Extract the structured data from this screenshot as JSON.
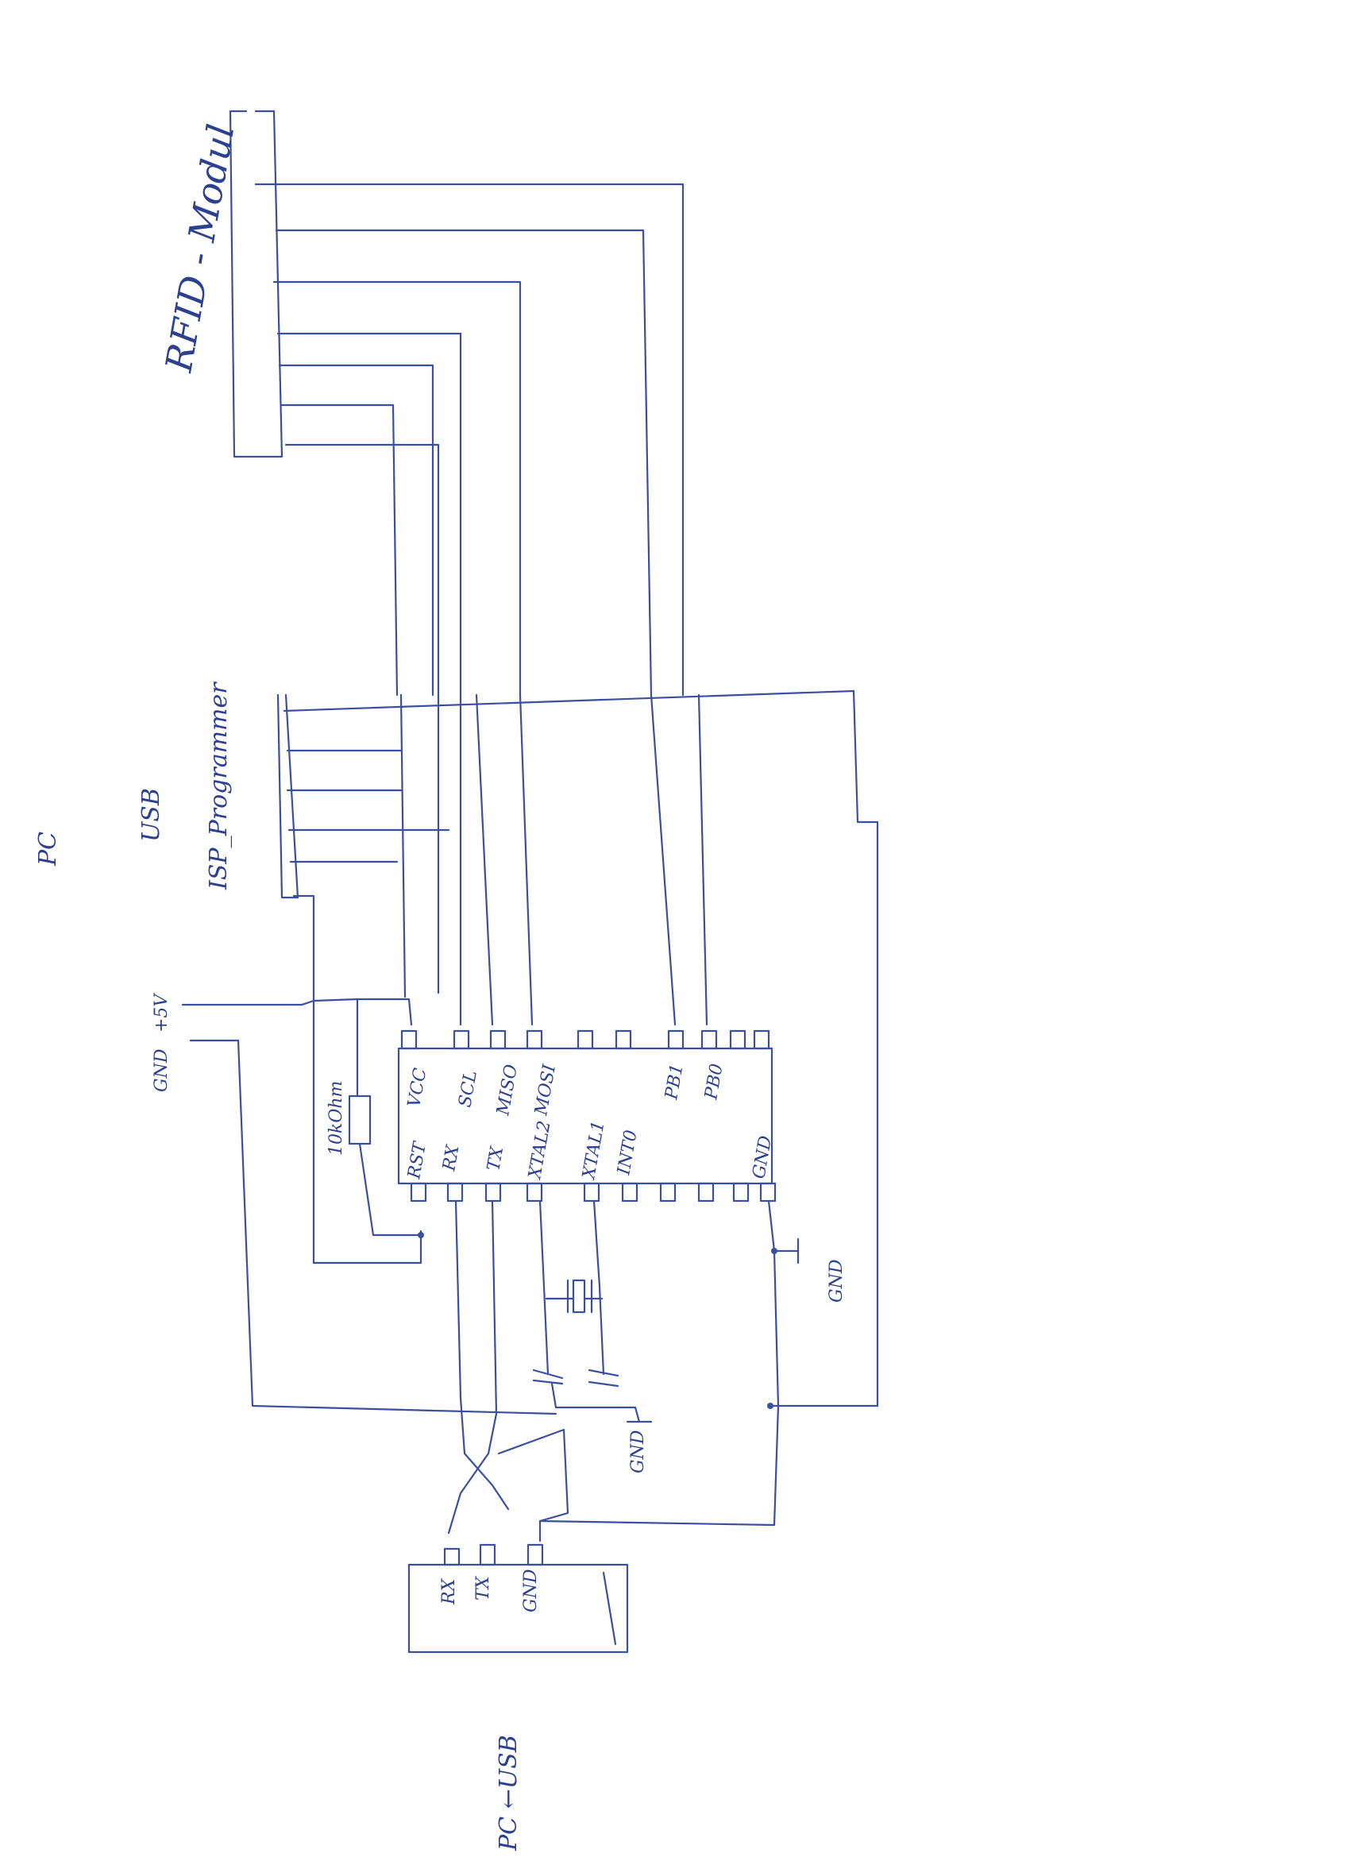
{
  "labels": {
    "rfid_module": "RFID - Modul",
    "isp_programmer": "ISP_Programmer",
    "pc": "PC",
    "usb": "USB",
    "plus5v": "+5V",
    "gnd_supply": "GND",
    "gnd_mcu": "GND",
    "gnd_crystal": "GND",
    "resistor": "10kOhm",
    "usb_bottom": "PC ←USB"
  },
  "mcu_pins_top": [
    "VCC",
    "SCL",
    "MISO",
    "MOSI",
    "PB1",
    "PB0"
  ],
  "mcu_pins_bottom": [
    "RST",
    "RX",
    "TX",
    "XTAL2",
    "XTAL1",
    "INT0",
    "GND"
  ],
  "usb_adapter_pins": [
    "RX",
    "TX",
    "GND"
  ]
}
